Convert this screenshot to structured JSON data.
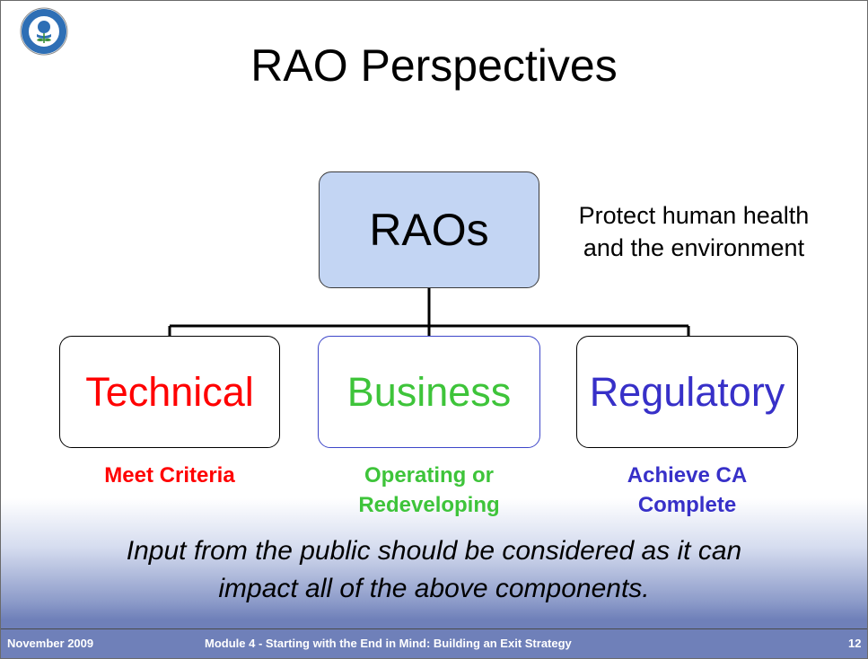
{
  "slide": {
    "title": "RAO Perspectives",
    "logo_icon": "epa-seal-icon"
  },
  "diagram": {
    "root": {
      "label": "RAOs",
      "fill": "#c3d5f3"
    },
    "note": {
      "line1": "Protect human health",
      "line2": "and the environment"
    },
    "children": [
      {
        "label": "Technical",
        "color": "#ff0000",
        "caption": [
          "Meet Criteria"
        ]
      },
      {
        "label": "Business",
        "color": "#3ec43a",
        "caption": [
          "Operating or",
          "Redeveloping"
        ]
      },
      {
        "label": "Regulatory",
        "color": "#3730c8",
        "caption": [
          "Achieve CA",
          "Complete"
        ]
      }
    ]
  },
  "public_note": {
    "line1": "Input from the public should be considered as it can",
    "line2": "impact all of the above components."
  },
  "footer": {
    "date": "November 2009",
    "module": "Module 4 - Starting with the End in Mind:  Building an Exit Strategy",
    "page": "12"
  }
}
